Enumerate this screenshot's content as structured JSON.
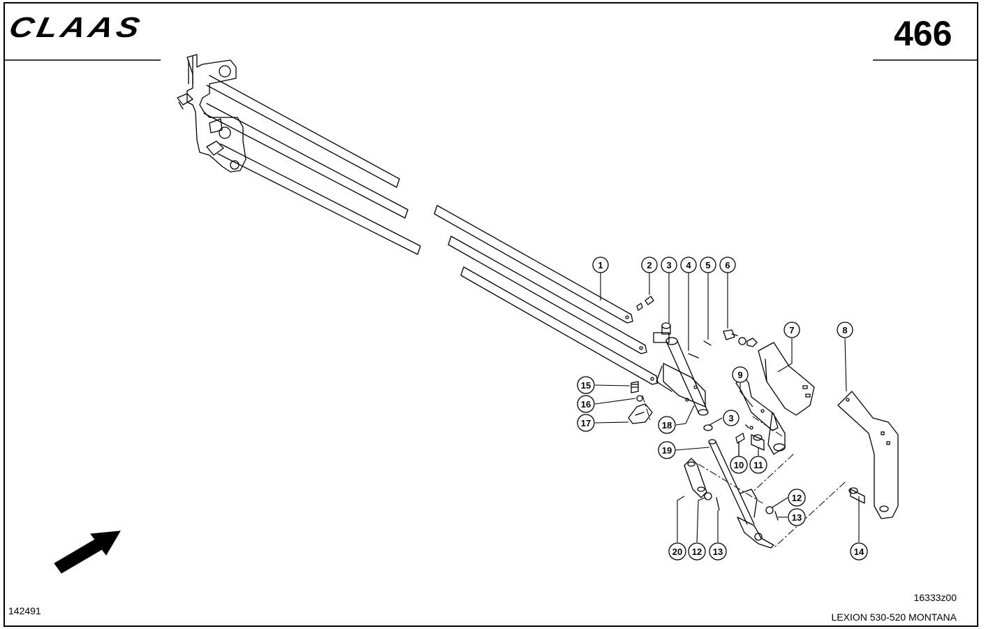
{
  "header": {
    "logo_text": "CLAAS",
    "page_number": "466"
  },
  "footer": {
    "doc_id": "142491",
    "drawing_id": "16333z00",
    "model": "LEXION 530-520 MONTANA"
  },
  "callouts": [
    {
      "id": "c1",
      "label": "1"
    },
    {
      "id": "c2",
      "label": "2"
    },
    {
      "id": "c3a",
      "label": "3"
    },
    {
      "id": "c4",
      "label": "4"
    },
    {
      "id": "c5",
      "label": "5"
    },
    {
      "id": "c6",
      "label": "6"
    },
    {
      "id": "c7",
      "label": "7"
    },
    {
      "id": "c8",
      "label": "8"
    },
    {
      "id": "c9",
      "label": "9"
    },
    {
      "id": "c15",
      "label": "15"
    },
    {
      "id": "c16",
      "label": "16"
    },
    {
      "id": "c17",
      "label": "17"
    },
    {
      "id": "c18",
      "label": "18"
    },
    {
      "id": "c3b",
      "label": "3"
    },
    {
      "id": "c19",
      "label": "19"
    },
    {
      "id": "c10",
      "label": "10"
    },
    {
      "id": "c11",
      "label": "11"
    },
    {
      "id": "c12a",
      "label": "12"
    },
    {
      "id": "c13a",
      "label": "13"
    },
    {
      "id": "c20",
      "label": "20"
    },
    {
      "id": "c12b",
      "label": "12"
    },
    {
      "id": "c13b",
      "label": "13"
    },
    {
      "id": "c14",
      "label": "14"
    }
  ]
}
